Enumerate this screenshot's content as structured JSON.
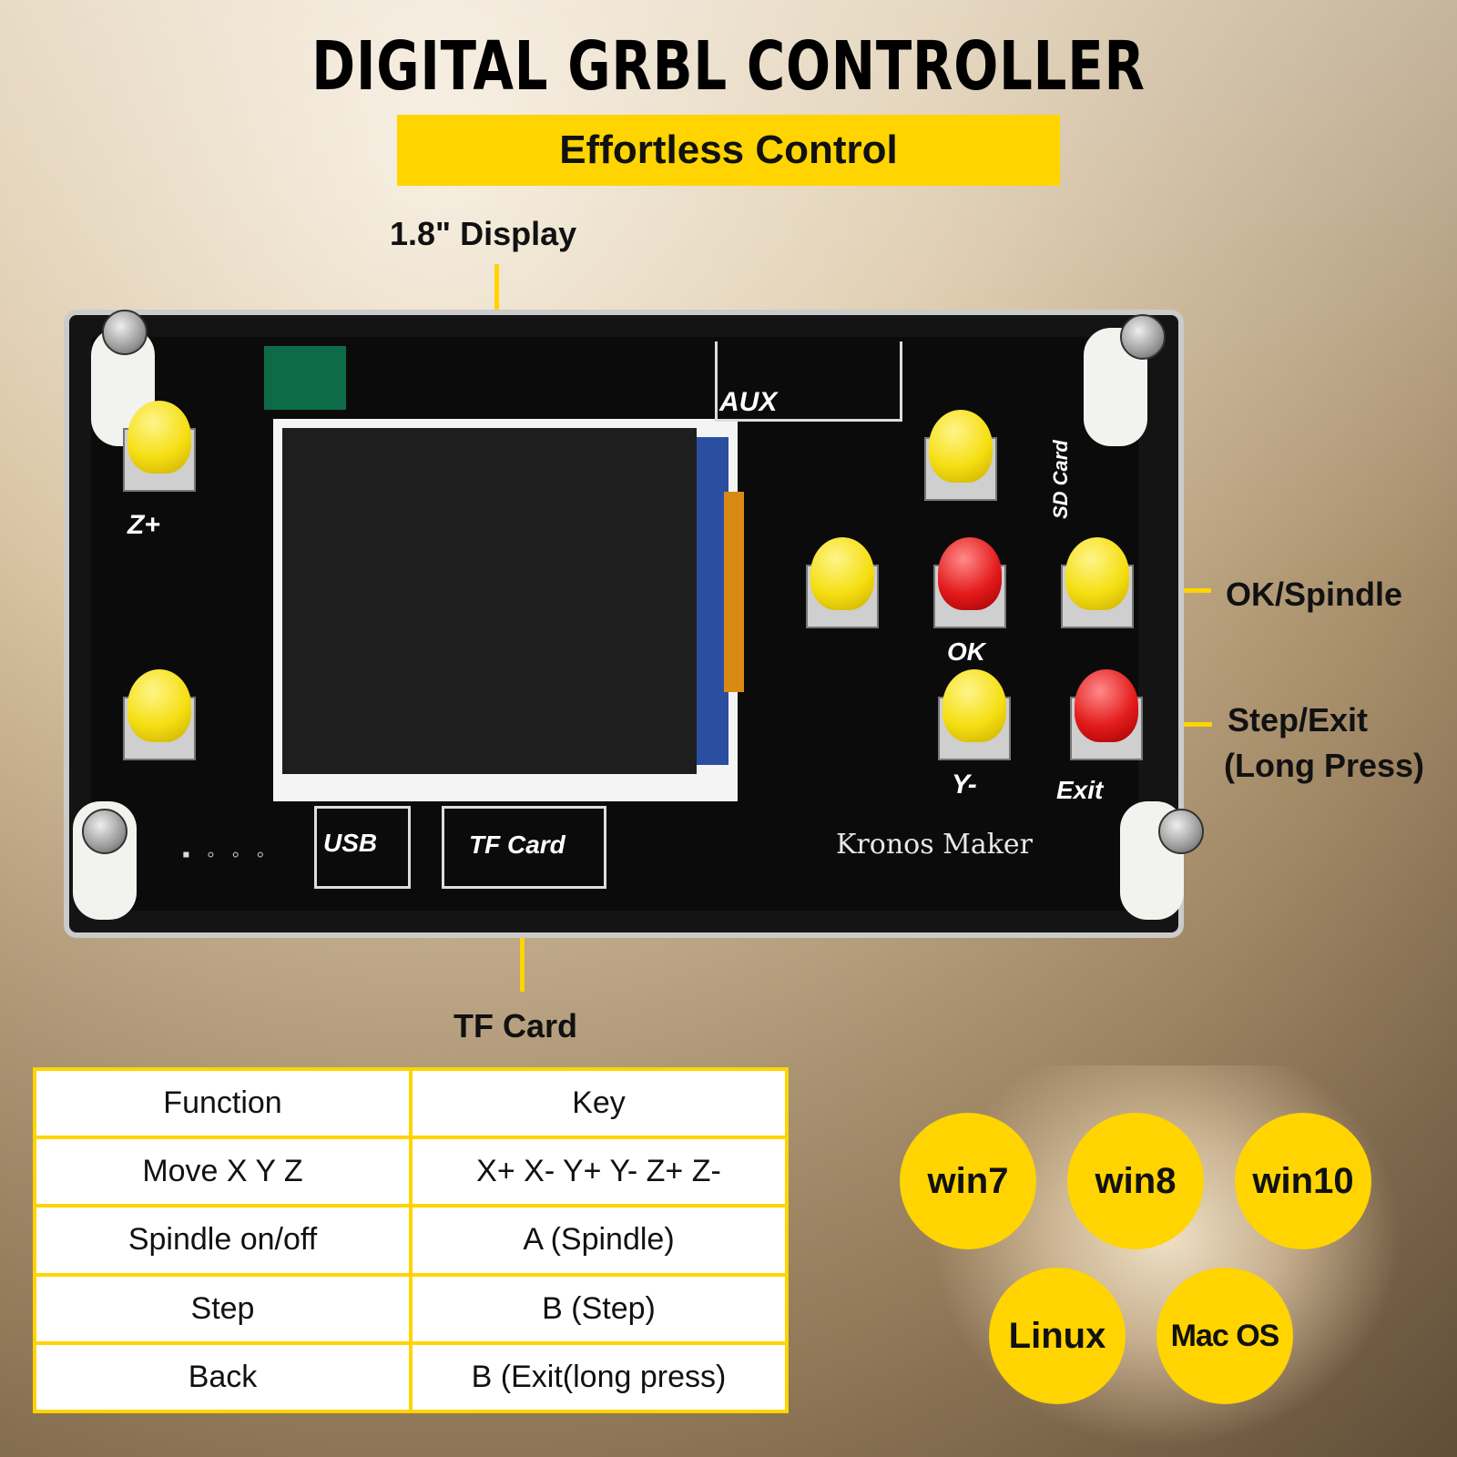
{
  "header": {
    "title": "DIGITAL GRBL CONTROLLER",
    "subtitle": "Effortless Control"
  },
  "callouts": {
    "display": "1.8\" Display",
    "ok_spindle": "OK/Spindle",
    "step_exit_line1": "Step/Exit",
    "step_exit_line2": "(Long Press)",
    "tf_card": "TF Card"
  },
  "pcb_labels": {
    "aux": "AUX",
    "z_plus": "Z+",
    "ok": "OK",
    "y_minus": "Y-",
    "exit": "Exit",
    "usb": "USB",
    "tf_card": "TF Card",
    "sd_card": "SD Card",
    "brand": "Kronos Maker"
  },
  "table": {
    "header": [
      "Function",
      "Key"
    ],
    "rows": [
      [
        "Move X Y Z",
        "X+ X- Y+ Y- Z+ Z-"
      ],
      [
        "Spindle on/off",
        "A (Spindle)"
      ],
      [
        "Step",
        "B (Step)"
      ],
      [
        "Back",
        "B (Exit(long press)"
      ]
    ]
  },
  "os_badges": [
    "win7",
    "win8",
    "win10",
    "Linux",
    "Mac OS"
  ],
  "colors": {
    "accent": "#ffd400",
    "button_yellow": "#f5df12",
    "button_red": "#e31b1b",
    "pcb": "#0b0b0b"
  }
}
